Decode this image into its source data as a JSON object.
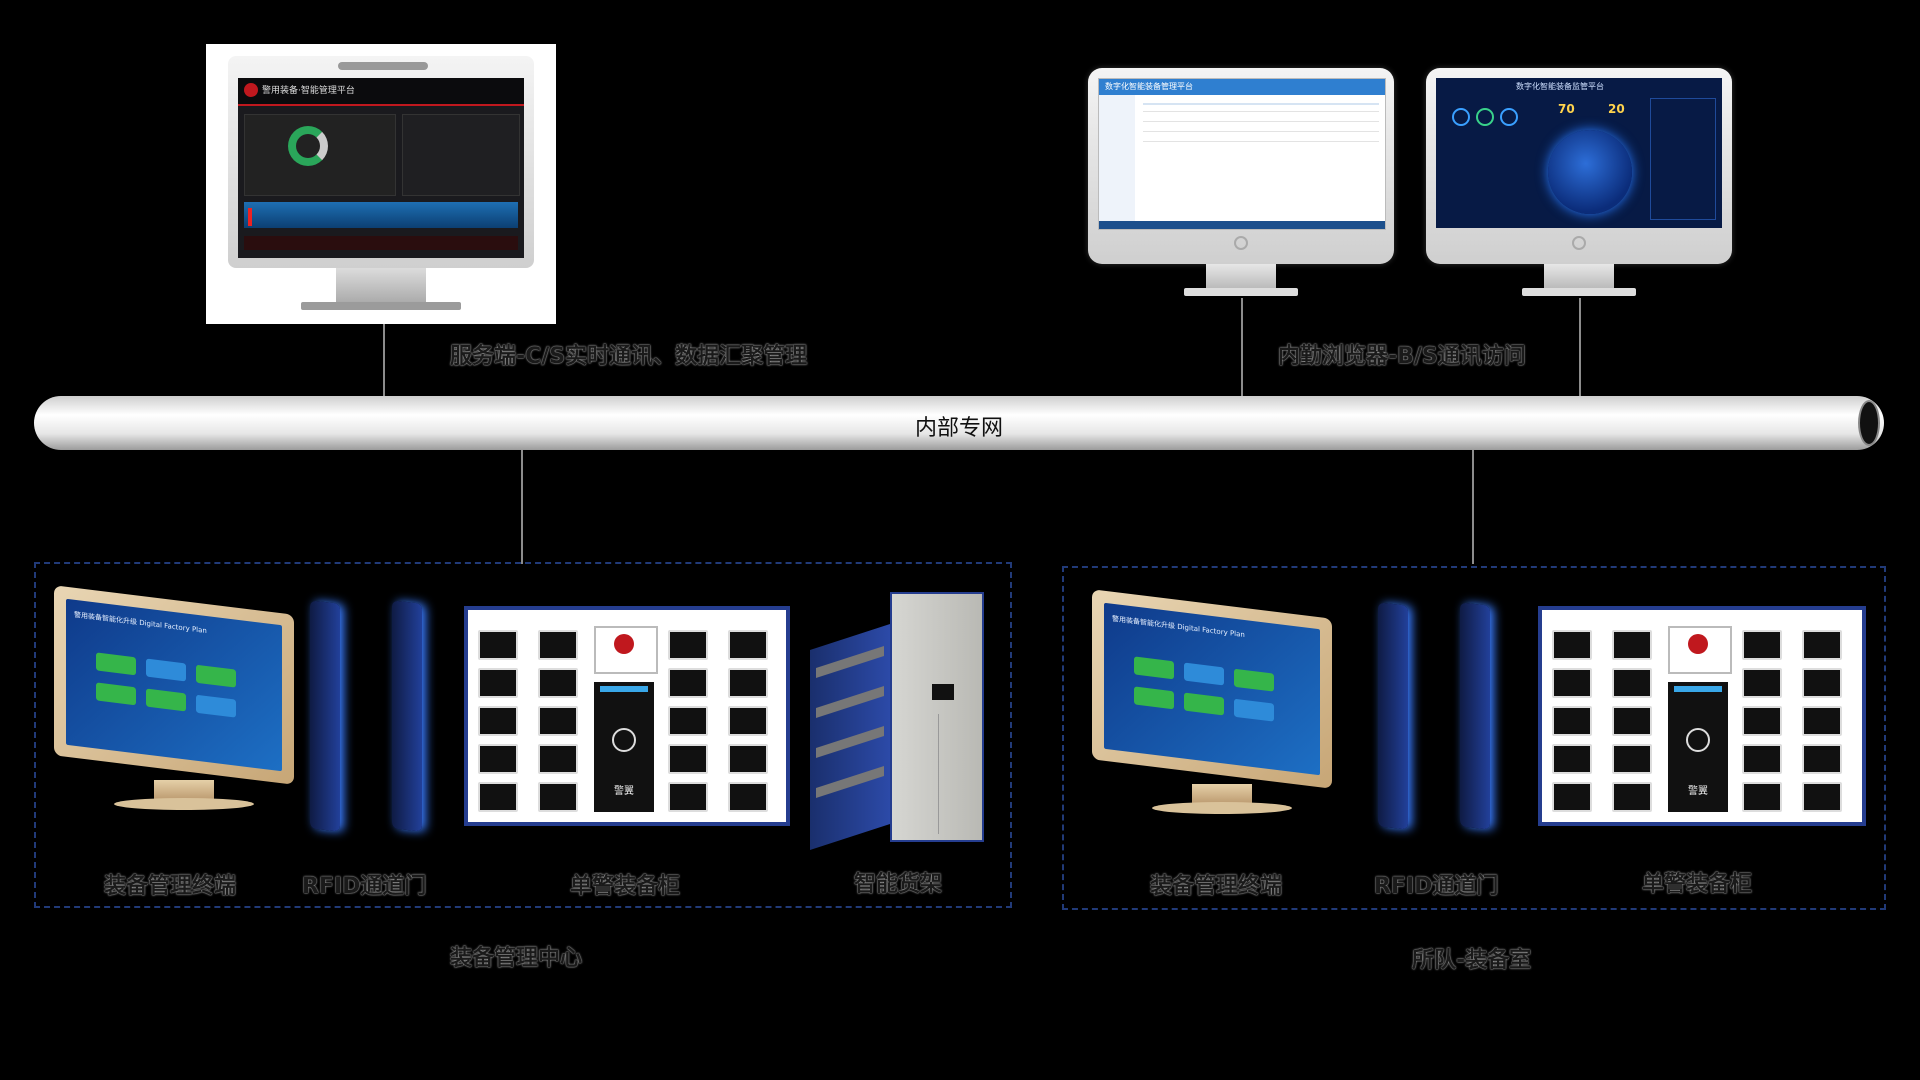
{
  "network": {
    "label": "内部专网"
  },
  "server": {
    "caption": "服务端-C/S实时通讯、数据汇聚管理",
    "screen_title": "警用装备·智能管理平台"
  },
  "browser": {
    "caption": "内勤浏览器-B/S通讯访问",
    "left_screen_title": "数字化智能装备管理平台",
    "right_screen_title": "数字化智能装备监管平台",
    "right_stats": [
      "70",
      "20"
    ]
  },
  "center_group": {
    "title": "装备管理中心",
    "devices": [
      "装备管理终端",
      "RFID通道门",
      "单警装备柜",
      "智能货架"
    ]
  },
  "station_group": {
    "title": "所队-装备室",
    "devices": [
      "装备管理终端",
      "RFID通道门",
      "单警装备柜"
    ]
  },
  "terminal": {
    "screen_title": "警用装备智能化升级 Digital Factory Plan"
  },
  "cabinet": {
    "badge_label": "警翼"
  },
  "colors": {
    "accent_blue": "#1e3a8a",
    "cabinet_blue": "#253d8f",
    "server_red": "#c0181e",
    "screen_blue": "#0d2a6b"
  }
}
